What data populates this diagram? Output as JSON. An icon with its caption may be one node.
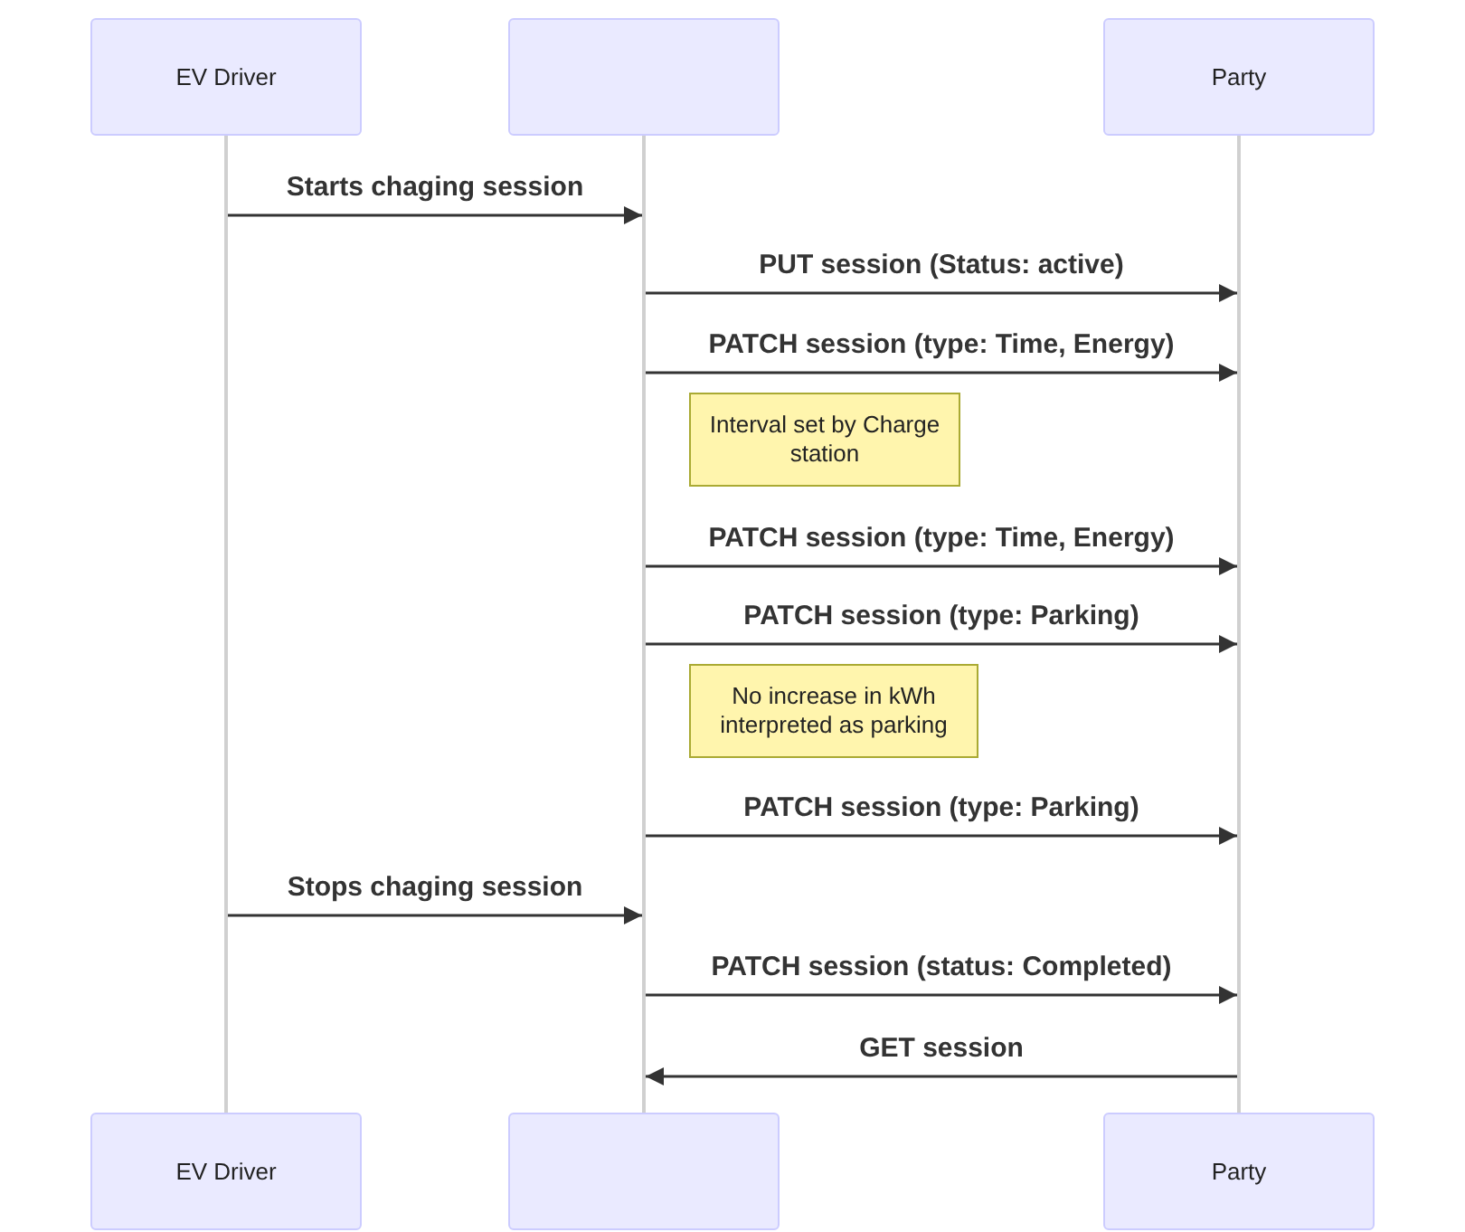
{
  "diagram": {
    "nodes": [
      {
        "text": [
          "EV Driver"
        ]
      },
      {
        "text": [],
        "shape": "box"
      },
      {
        "text": [
          "Party"
        ]
      },
      {
        "text": [],
        "shape": "bar"
      },
      {
        "text": [],
        "shape": "bar"
      },
      {
        "text": [],
        "shape": "bar"
      },
      {
        "text": [
          "Interval set by Charge station"
        ]
      },
      {
        "text": [
          "No increase in kWh interpreted as parking"
        ]
      },
      {
        "text": [
          "EV Driver"
        ]
      },
      {
        "text": [],
        "shape": "box"
      },
      {
        "text": [
          "Party"
        ]
      }
    ],
    "edges": [
      {
        "from": 3,
        "to": 4,
        "arrow": "to",
        "label": "Starts chaging session"
      },
      {
        "from": 4,
        "to": 5,
        "arrow": "to",
        "label": "PUT session (Status: active)"
      },
      {
        "from": 4,
        "to": 5,
        "arrow": "to",
        "label": "PATCH session (type: Time, Energy)"
      },
      {
        "from": 4,
        "to": 5,
        "arrow": "to",
        "label": "PATCH session (type: Time, Energy)"
      },
      {
        "from": 4,
        "to": 5,
        "arrow": "to",
        "label": "PATCH session (type: Parking)"
      },
      {
        "from": 4,
        "to": 5,
        "arrow": "to",
        "label": "PATCH session (type: Parking)"
      },
      {
        "from": 3,
        "to": 4,
        "arrow": "to",
        "label": "Stops chaging session"
      },
      {
        "from": 4,
        "to": 5,
        "arrow": "to",
        "label": "PATCH session (status: Completed)"
      },
      {
        "from": 5,
        "to": 4,
        "arrow": "to",
        "label": "GET session"
      }
    ]
  }
}
